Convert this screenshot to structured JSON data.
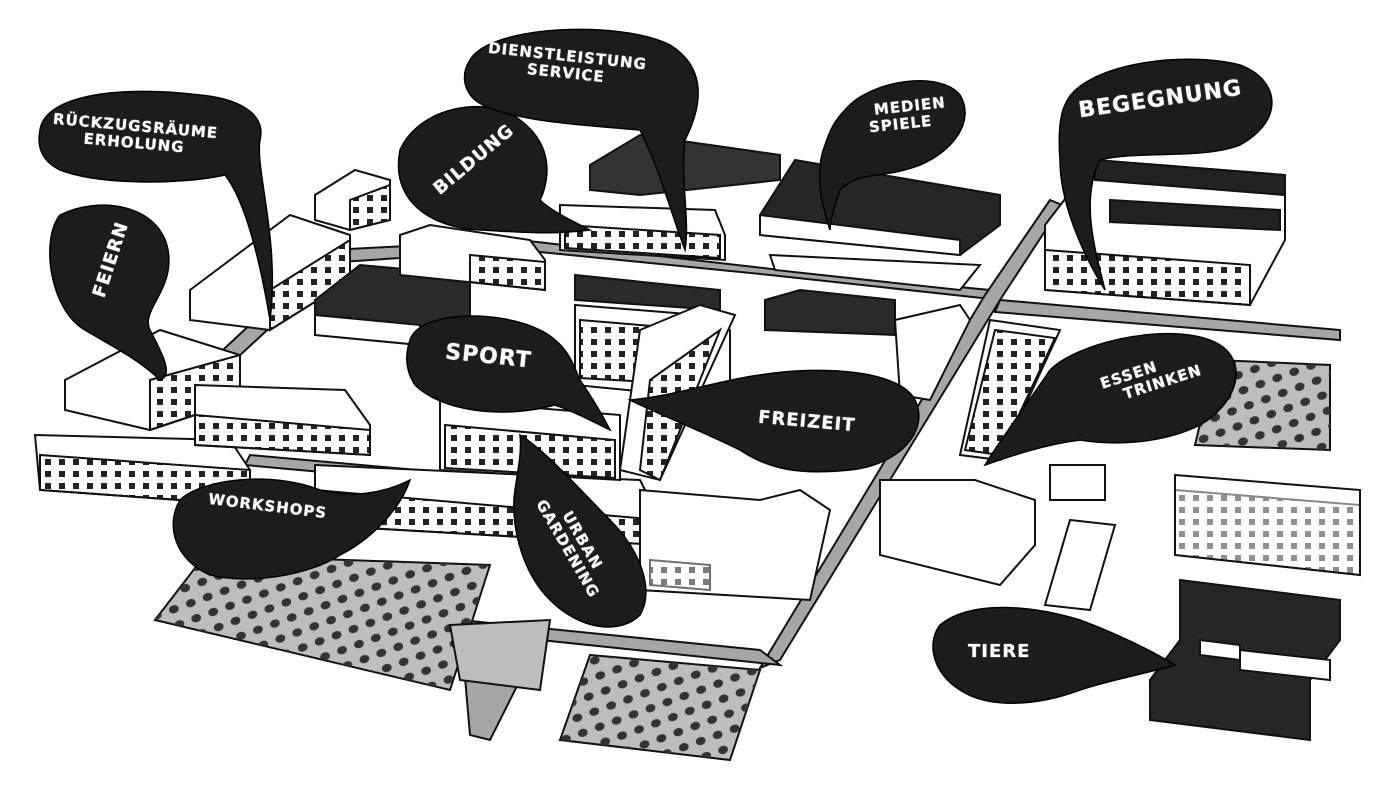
{
  "illustration": {
    "title": "Hand-drawn campus map with activity speech bubbles",
    "colors": {
      "ink": "#111111",
      "bubble": "#1c1c1c",
      "road": "#9e9e9e",
      "field": "#b9b9b9",
      "paper": "#ffffff",
      "label_text": "#ffffff"
    },
    "bubbles": [
      {
        "id": "rueckzug",
        "lines": [
          "RÜCKZUGSRÄUME",
          "ERHOLUNG"
        ]
      },
      {
        "id": "feiern",
        "lines": [
          "FEIERN"
        ]
      },
      {
        "id": "bildung",
        "lines": [
          "BILDUNG"
        ]
      },
      {
        "id": "dienst",
        "lines": [
          "DIENSTLEISTUNG",
          "SERVICE"
        ]
      },
      {
        "id": "medien",
        "lines": [
          "MEDIEN",
          "SPIELE"
        ]
      },
      {
        "id": "begegnung",
        "lines": [
          "BEGEGNUNG"
        ]
      },
      {
        "id": "sport",
        "lines": [
          "SPORT"
        ]
      },
      {
        "id": "freizeit",
        "lines": [
          "FREIZEIT"
        ]
      },
      {
        "id": "essen",
        "lines": [
          "ESSEN",
          "TRINKEN"
        ]
      },
      {
        "id": "workshops",
        "lines": [
          "WORKSHOPS"
        ]
      },
      {
        "id": "urban",
        "lines": [
          "URBAN",
          "GARDENING"
        ]
      },
      {
        "id": "tiere",
        "lines": [
          "TIERE"
        ]
      }
    ]
  }
}
